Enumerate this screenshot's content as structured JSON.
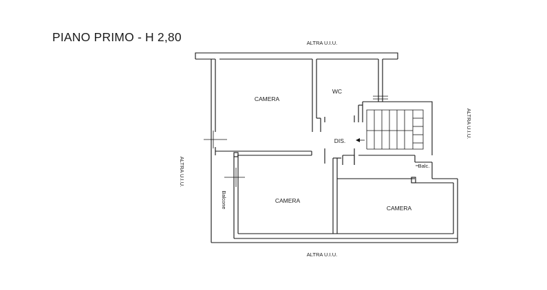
{
  "title": "PIANO PRIMO - H 2,80",
  "neighbors": {
    "top": "ALTRA U.I.U.",
    "bottom": "ALTRA U.I.U.",
    "left": "ALTRA U.I.U.",
    "right": "ALTRA U.I.U."
  },
  "rooms": {
    "camera_top": "CAMERA",
    "wc": "WC",
    "dis": "DIS.",
    "camera_bottom_left": "CAMERA",
    "camera_bottom_right": "CAMERA",
    "balcone": "Balcone",
    "balc": "Balc."
  }
}
